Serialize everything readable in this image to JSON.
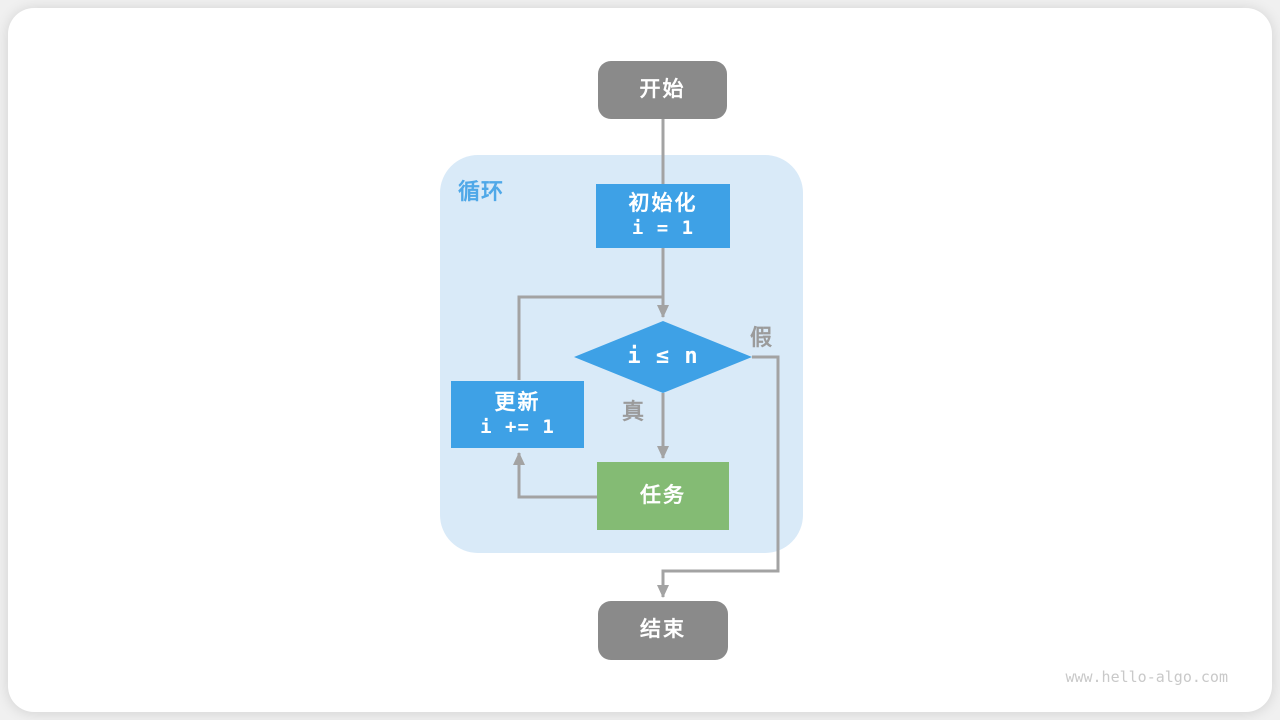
{
  "colors": {
    "page-bg": "#f0f0f0",
    "card-bg": "#ffffff",
    "line": "#a3a3a3",
    "node-gray": "#8a8a8a",
    "node-blue": "#3ea1e6",
    "node-green": "#84bb74",
    "loop-bg": "#d9eaf8",
    "loop-label": "#4fa8e8",
    "edge-label": "#9b9b9b",
    "watermark": "#c9c9c9"
  },
  "flowchart": {
    "start": {
      "label": "开始"
    },
    "loop_region": {
      "label": "循环"
    },
    "init": {
      "title": "初始化",
      "code": "i = 1"
    },
    "condition": {
      "code": "i ≤ n"
    },
    "update": {
      "title": "更新",
      "code": "i += 1"
    },
    "task": {
      "label": "任务"
    },
    "end": {
      "label": "结束"
    },
    "edges": {
      "true_label": "真",
      "false_label": "假"
    }
  },
  "watermark": {
    "text": "www.hello-algo.com"
  }
}
